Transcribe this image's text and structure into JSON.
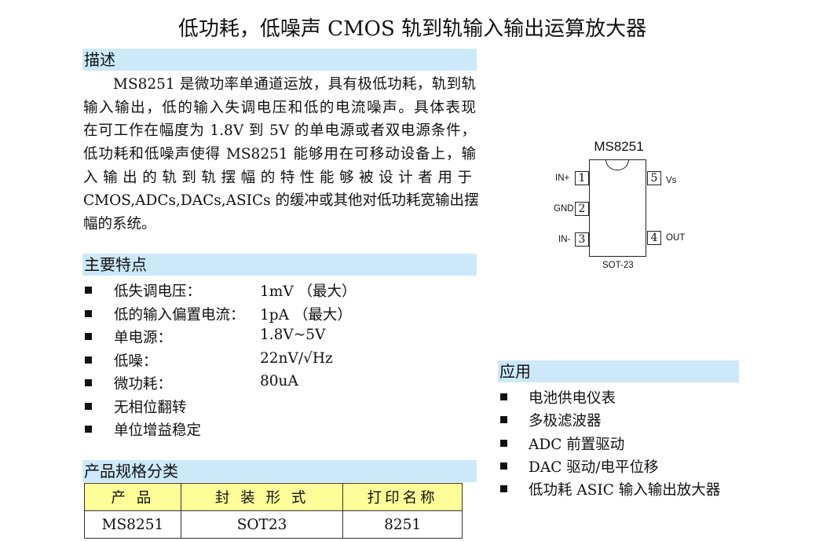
{
  "title": "低功耗，低噪声 CMOS 轨到轨输入输出运算放大器",
  "description": {
    "heading": "描述",
    "lines": [
      "MS8251 是微功率单通道运放，具有极低功耗，轨到轨",
      "输入输出，低的输入失调电压和低的电流噪声。具体表现",
      "在可工作在幅度为 1.8V 到 5V 的单电源或者双电源条件，",
      "低功耗和低噪声使得 MS8251 能够用在可移动设备上，输",
      "入输出的轨到轨摆幅的特性能够被设计者用于",
      "CMOS,ADCs,DACs,ASICs 的缓冲或其他对低功耗宽输出摆",
      "幅的系统。"
    ]
  },
  "features": {
    "heading": "主要特点",
    "items": [
      {
        "label": "低失调电压：",
        "value": "1mV （最大）"
      },
      {
        "label": "低的输入偏置电流：",
        "value": "1pA  （最大）"
      },
      {
        "label": "单电源：",
        "value": "1.8V~5V"
      },
      {
        "label": "低噪：",
        "value": "22nV/√Hz"
      },
      {
        "label": "微功耗：",
        "value": "80uA"
      },
      {
        "label": "无相位翻转",
        "value": ""
      },
      {
        "label": "单位增益稳定",
        "value": ""
      }
    ]
  },
  "classification": {
    "heading": "产品规格分类",
    "headers": [
      "产 品",
      "封 装 形 式",
      "打印名称"
    ],
    "rows": [
      [
        "MS8251",
        "SOT23",
        "8251"
      ]
    ]
  },
  "diagram": {
    "name": "MS8251",
    "package": "SOT-23",
    "pins": [
      {
        "num": "1",
        "label": "IN+"
      },
      {
        "num": "2",
        "label": "GND"
      },
      {
        "num": "3",
        "label": "IN-"
      },
      {
        "num": "4",
        "label": "OUT"
      },
      {
        "num": "5",
        "label": "Vs"
      }
    ]
  },
  "applications": {
    "heading": "应用",
    "items": [
      "电池供电仪表",
      "多极滤波器",
      "ADC 前置驱动",
      "DAC 驱动/电平位移",
      "低功耗 ASIC 输入输出放大器"
    ]
  }
}
